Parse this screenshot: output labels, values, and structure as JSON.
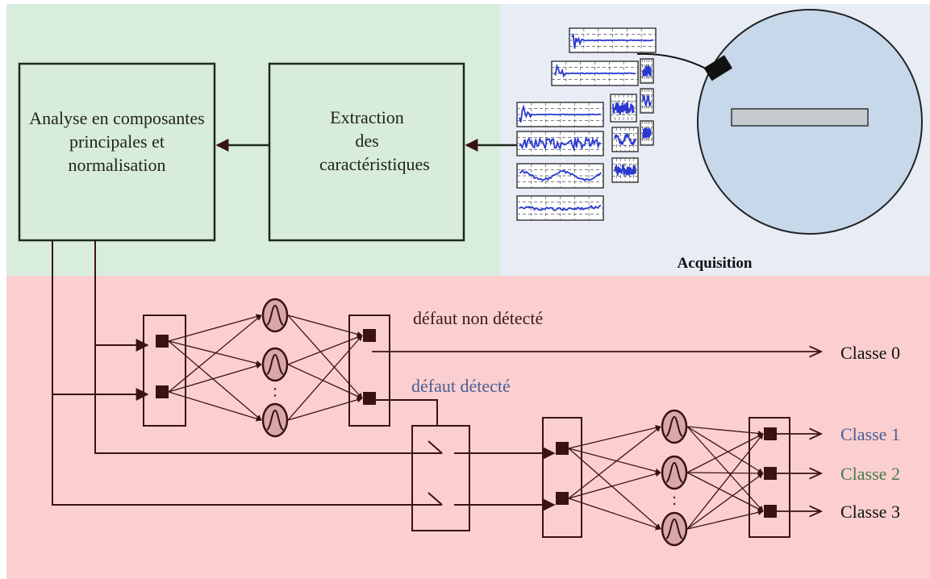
{
  "colors": {
    "feature_zone": "#d9eddf",
    "acquisition_zone": "#e8ecf5",
    "classifier_zone": "#fbcfcf",
    "box_fill": "#d7ecd9",
    "dark": "#3a1212",
    "neuron_fill": "#d9a7a5",
    "blue_text": "#4a5f94",
    "green_text": "#4a7a4a",
    "trace_blue": "#2a3ad0",
    "disk_fill": "#c6d8ea",
    "bar_fill": "#c6cbd0"
  },
  "blocks": {
    "pca": "Analyse en composantes principales et normalisation",
    "extraction": "Extraction des caractéristiques"
  },
  "acquisition": {
    "label": "Acquisition"
  },
  "paths": {
    "not_detected": "défaut non détecté",
    "detected": "défaut détecté"
  },
  "classes": {
    "c0": "Classe 0",
    "c1": "Classe 1",
    "c2": "Classe 2",
    "c3": "Classe 3"
  }
}
